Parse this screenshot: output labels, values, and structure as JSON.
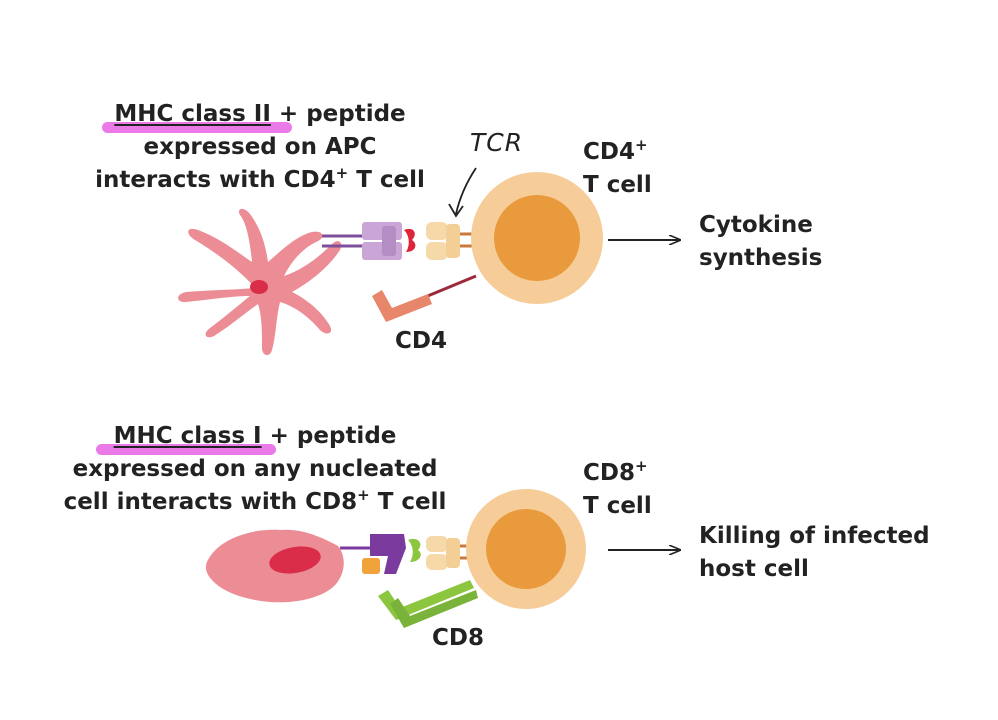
{
  "top_panel": {
    "caption": {
      "highlight": "MHC class II",
      "line1_rest": " + peptide",
      "line2": "expressed on APC",
      "line3_pre": "interacts with CD4",
      "line3_sup": "+",
      "line3_post": " T cell"
    },
    "handwritten_label": "TCR",
    "tcell_label": {
      "line1": "CD4",
      "sup": "+",
      "line2": "T cell"
    },
    "coreceptor_label": "CD4",
    "outcome": {
      "line1": "Cytokine",
      "line2": "synthesis"
    }
  },
  "bottom_panel": {
    "caption": {
      "highlight": "MHC class I",
      "line1_rest": " + peptide",
      "line2": "expressed on any nucleated",
      "line3_pre": "cell interacts with CD8",
      "line3_sup": "+",
      "line3_post": " T cell"
    },
    "tcell_label": {
      "line1": "CD8",
      "sup": "+",
      "line2": "T cell"
    },
    "coreceptor_label": "CD8",
    "outcome": {
      "line1": "Killing of infected",
      "line2": "host cell"
    }
  },
  "colors": {
    "highlighter": "#e97ae8",
    "tcell_outer": "#f6cd98",
    "tcell_nucleus": "#e99a3c",
    "apc_body": "#ec8d95",
    "apc_nucleus": "#d92d4a",
    "mhc2": "#c9a6d6",
    "mhc1": "#7a3a9e",
    "peptide_red": "#dd2438",
    "peptide_green": "#8cc63f",
    "tcr": "#f6d9a8",
    "cd4": "#e7866a",
    "cd8": "#8cc63f"
  }
}
